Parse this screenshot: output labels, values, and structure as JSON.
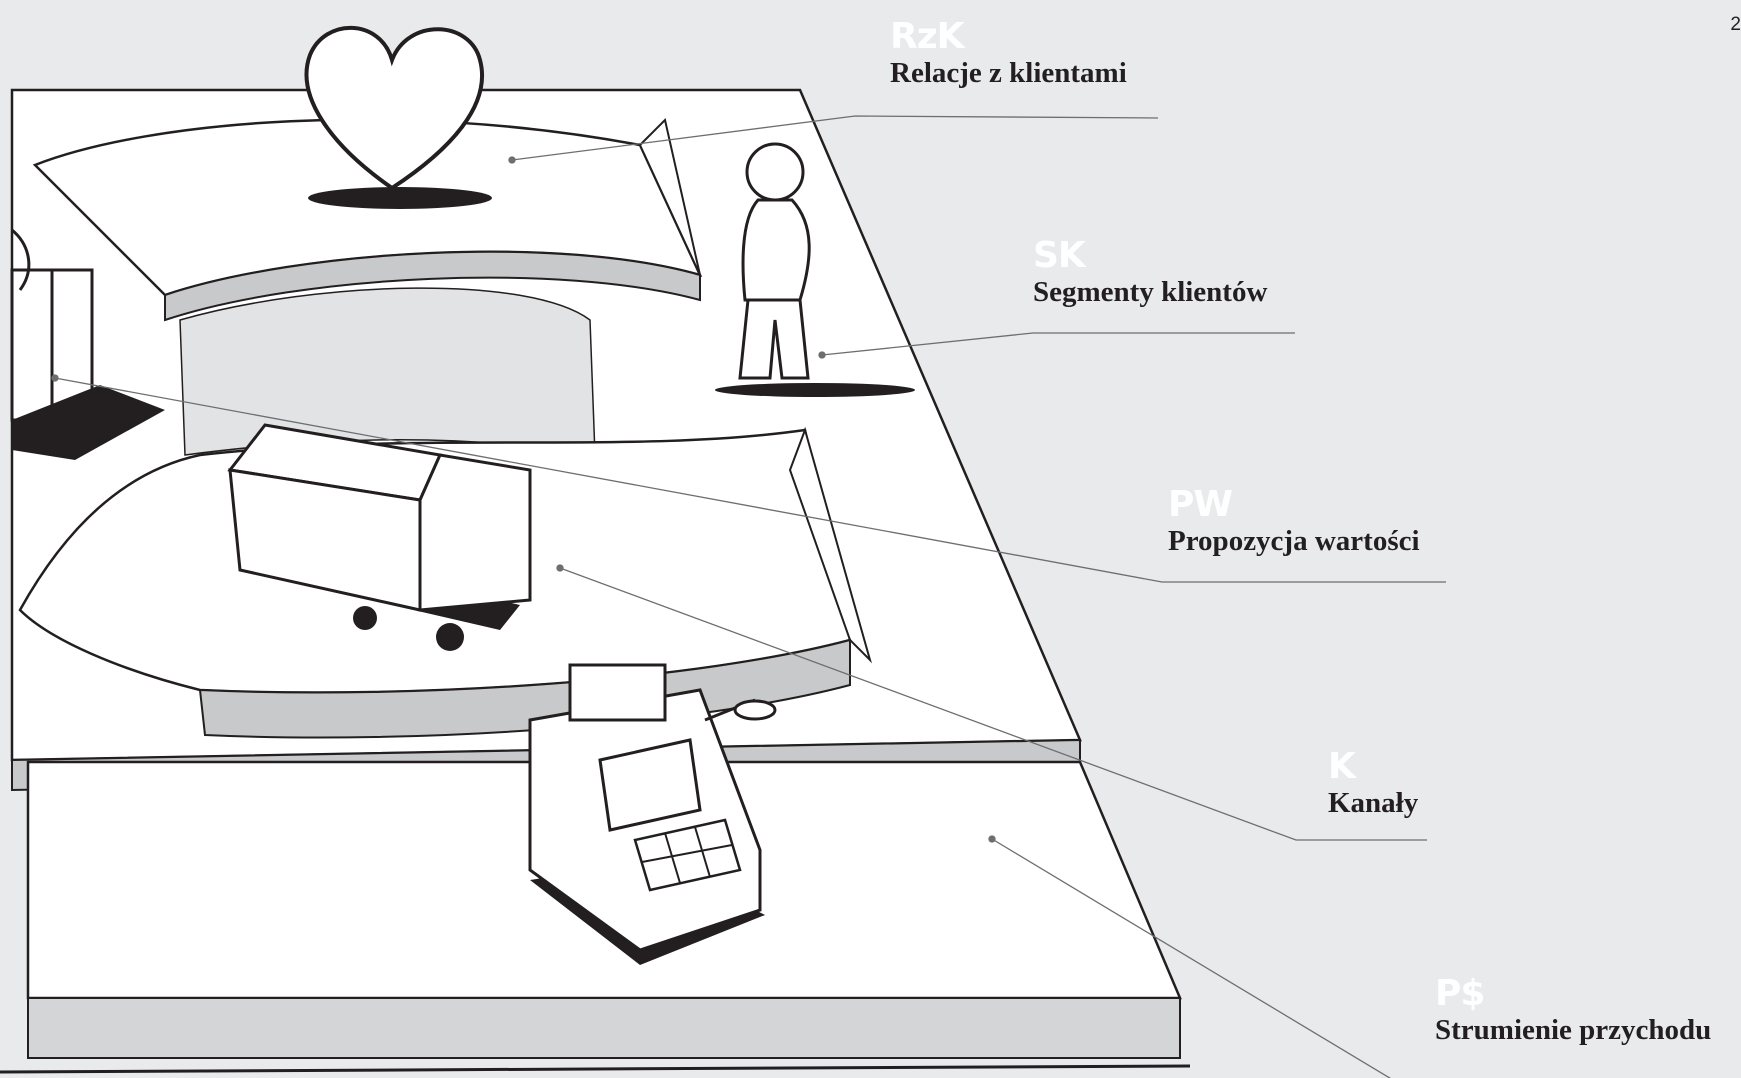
{
  "page_number": "2",
  "callouts": {
    "rzk": {
      "abbr": "RzK",
      "label": "Relacje z klientami"
    },
    "sk": {
      "abbr": "SK",
      "label": "Segmenty klientów"
    },
    "pw": {
      "abbr": "PW",
      "label": "Propozycja wartości"
    },
    "k": {
      "abbr": "K",
      "label": "Kanały"
    },
    "ps": {
      "abbr": "P$",
      "label": "Strumienie przychodu"
    }
  },
  "colors": {
    "background": "#e9eaeb",
    "board_top": "#ffffff",
    "board_side": "#c8c9ca",
    "ink": "#231f20",
    "leader": "#6d6e70"
  },
  "icons": [
    "heart-icon",
    "person-icon",
    "gift-icon",
    "truck-icon",
    "cash-register-icon"
  ]
}
